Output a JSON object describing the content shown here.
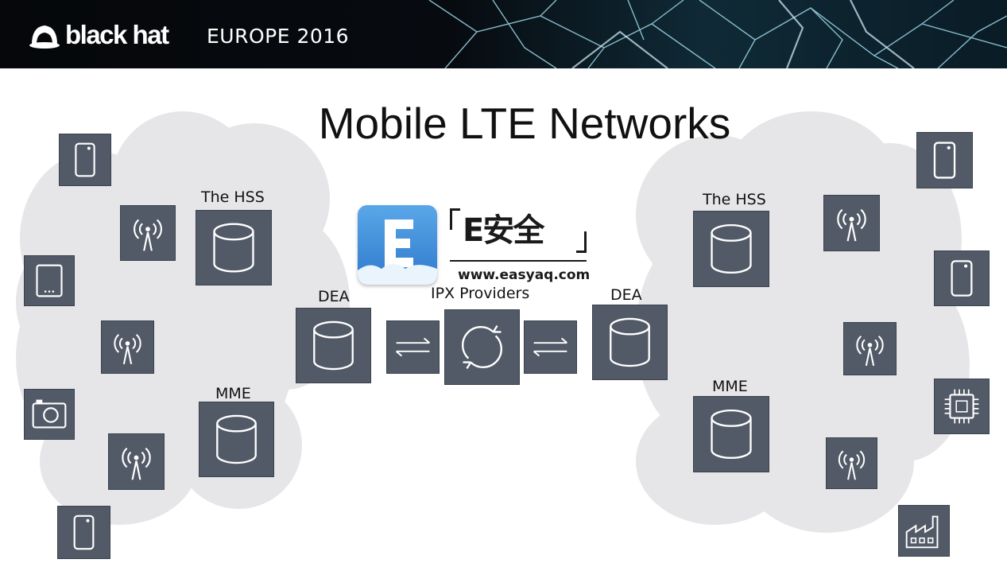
{
  "header": {
    "brand_black": "black hat",
    "brand_event": "EUROPE 2016"
  },
  "slide": {
    "title": "Mobile LTE Networks"
  },
  "left_network": {
    "hss_label": "The HSS",
    "mme_label": "MME",
    "dea_label": "DEA"
  },
  "core": {
    "ipx_label": "IPX Providers"
  },
  "right_network": {
    "hss_label": "The HSS",
    "mme_label": "MME",
    "dea_label": "DEA"
  },
  "watermark": {
    "brand": "E安全",
    "icon_letter": "E",
    "url": "www.easyaq.com"
  },
  "colors": {
    "box": "#525a67",
    "cloud": "#e6e6e9",
    "icon_line": "#ffffff",
    "title": "#111111"
  },
  "icons": {
    "phone": "smartphone-icon",
    "tablet": "tablet-icon",
    "antenna": "antenna-icon",
    "camera": "camera-icon",
    "chip": "chip-icon",
    "factory": "factory-icon",
    "database": "database-icon",
    "exchange": "exchange-arrows-icon",
    "sync": "sync-icon"
  }
}
